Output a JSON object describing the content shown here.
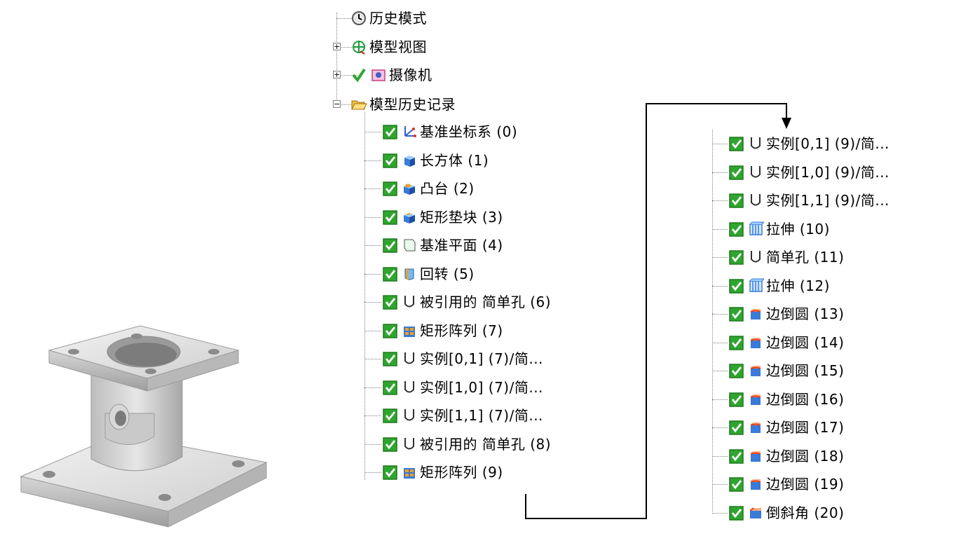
{
  "tree_top": [
    {
      "label": "历史模式",
      "icon": "clock-icon",
      "expander": ""
    },
    {
      "label": "模型视图",
      "icon": "model-views-icon",
      "expander": "+"
    },
    {
      "label": "摄像机",
      "icon": "camera-icon",
      "expander": "+",
      "check": true
    },
    {
      "label": "模型历史记录",
      "icon": "folder-open-icon",
      "expander": "−"
    }
  ],
  "history_left": [
    {
      "label": "基准坐标系 (0)",
      "icon": "datum-csys-icon"
    },
    {
      "label": "长方体 (1)",
      "icon": "block-icon"
    },
    {
      "label": "凸台 (2)",
      "icon": "boss-icon"
    },
    {
      "label": "矩形垫块 (3)",
      "icon": "pad-icon"
    },
    {
      "label": "基准平面 (4)",
      "icon": "datum-plane-icon"
    },
    {
      "label": "回转 (5)",
      "icon": "revolve-icon"
    },
    {
      "label": "被引用的 简单孔 (6)",
      "icon": "hole-icon"
    },
    {
      "label": "矩形阵列 (7)",
      "icon": "rect-array-icon"
    },
    {
      "label": "实例[0,1] (7)/简...",
      "icon": "hole-icon"
    },
    {
      "label": "实例[1,0] (7)/简...",
      "icon": "hole-icon"
    },
    {
      "label": "实例[1,1] (7)/简...",
      "icon": "hole-icon"
    },
    {
      "label": "被引用的 简单孔 (8)",
      "icon": "hole-icon"
    },
    {
      "label": "矩形阵列 (9)",
      "icon": "rect-array-icon"
    }
  ],
  "history_right": [
    {
      "label": "实例[0,1] (9)/简...",
      "icon": "hole-icon"
    },
    {
      "label": "实例[1,0] (9)/简...",
      "icon": "hole-icon"
    },
    {
      "label": "实例[1,1] (9)/简...",
      "icon": "hole-icon"
    },
    {
      "label": "拉伸 (10)",
      "icon": "extrude-icon"
    },
    {
      "label": "简单孔 (11)",
      "icon": "hole-icon"
    },
    {
      "label": "拉伸 (12)",
      "icon": "extrude-icon"
    },
    {
      "label": "边倒圆 (13)",
      "icon": "edge-blend-icon"
    },
    {
      "label": "边倒圆 (14)",
      "icon": "edge-blend-icon"
    },
    {
      "label": "边倒圆 (15)",
      "icon": "edge-blend-icon"
    },
    {
      "label": "边倒圆 (16)",
      "icon": "edge-blend-icon"
    },
    {
      "label": "边倒圆 (17)",
      "icon": "edge-blend-icon"
    },
    {
      "label": "边倒圆 (18)",
      "icon": "edge-blend-icon"
    },
    {
      "label": "边倒圆 (19)",
      "icon": "edge-blend-icon"
    },
    {
      "label": "倒斜角 (20)",
      "icon": "chamfer-icon"
    }
  ],
  "colors": {
    "check_green": "#2fa52f",
    "check_frame": "#1f7a1f",
    "tree_line": "#808080"
  }
}
